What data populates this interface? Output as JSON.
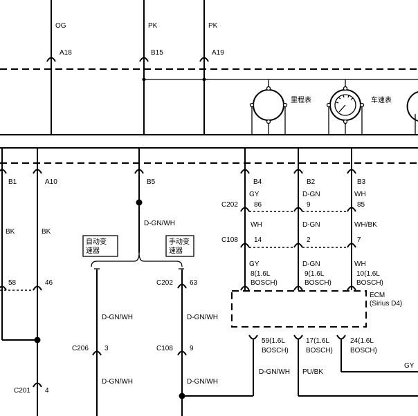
{
  "top_section": {
    "wire_colors": [
      "OG",
      "PK",
      "PK"
    ],
    "connectors": [
      "A18",
      "B15",
      "A19"
    ],
    "gauges": {
      "odometer": "里程表",
      "speedometer": "车速表"
    }
  },
  "bottom_section": {
    "connectors_top": [
      "B1",
      "A10",
      "B5",
      "B4",
      "B2",
      "B3"
    ],
    "wire_colors_left": [
      "BK",
      "BK"
    ],
    "pins_left": [
      "58",
      "46"
    ],
    "b5_wire": "D-GN/WH",
    "auto_trans": "自动变速器",
    "auto_trans_line1": "自动变",
    "auto_trans_line2": "速器",
    "manual_trans_line1": "手动变",
    "manual_trans_line2": "速器",
    "c202_left": {
      "label": "C202",
      "pin": "63"
    },
    "left_branch": {
      "wire1": "D-GN/WH",
      "connector": "C206",
      "pin": "3",
      "wire2": "D-GN/WH"
    },
    "right_branch": {
      "wire1": "D-GN/WH",
      "connector": "C108",
      "pin": "9",
      "wire2": "D-GN/WH"
    },
    "c201": {
      "label": "C201",
      "pin": "4"
    },
    "ecm_input_group": {
      "c202": {
        "label": "C202",
        "pins": [
          "86",
          "9",
          "85"
        ]
      },
      "wire_colors_top": [
        "GY",
        "D-GN",
        "WH"
      ],
      "wire_colors_mid": [
        "WH",
        "D-GN",
        "WH/BK"
      ],
      "c108": {
        "label": "C108",
        "pins": [
          "14",
          "2",
          "7"
        ]
      },
      "wire_colors_bottom": [
        "GY",
        "D-GN",
        "WH"
      ],
      "ecm_pins": [
        {
          "line1": "8(1.6L",
          "line2": "BOSCH)"
        },
        {
          "line1": "9(1.6L",
          "line2": "BOSCH)"
        },
        {
          "line1": "10(1.6L",
          "line2": "BOSCH)"
        }
      ]
    },
    "ecm": {
      "line1": "ECM",
      "line2": "(Sirius D4)"
    },
    "ecm_output_pins": [
      {
        "line1": "59(1.6L",
        "line2": "BOSCH)"
      },
      {
        "line1": "17(1.6L",
        "line2": "BOSCH)"
      },
      {
        "line1": "24(1.6L",
        "line2": "BOSCH)"
      }
    ],
    "ecm_output_wires": [
      "D-GN/WH",
      "PU/BK",
      "GY"
    ]
  }
}
